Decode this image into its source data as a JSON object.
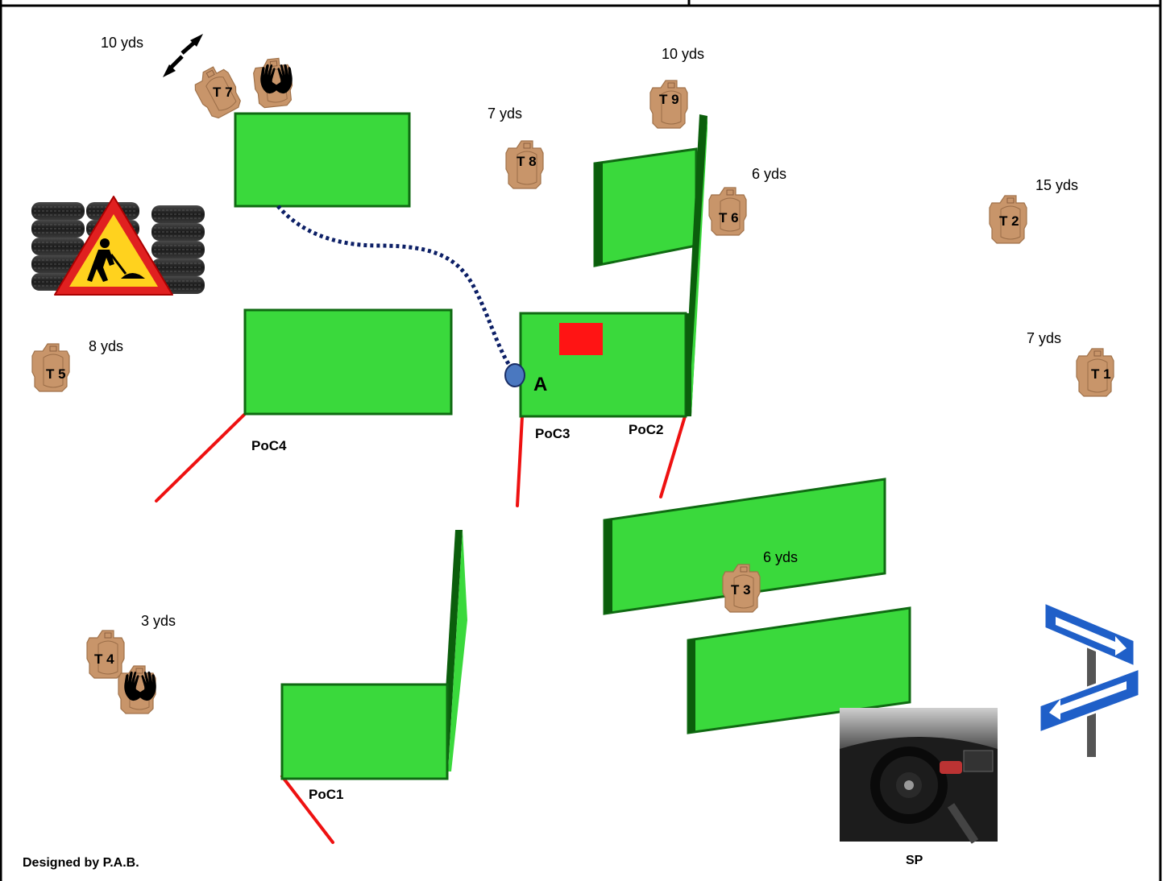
{
  "stage": {
    "credit": "Designed by P.A.B.",
    "start_label": "SP",
    "point_a_label": "A"
  },
  "targets": [
    {
      "id": "T1",
      "label": "T 1",
      "distance": "7 yds",
      "no_shoot": false
    },
    {
      "id": "T2",
      "label": "T 2",
      "distance": "15 yds",
      "no_shoot": false
    },
    {
      "id": "T3",
      "label": "T 3",
      "distance": "6 yds",
      "no_shoot": false
    },
    {
      "id": "T4",
      "label": "T 4",
      "distance": "3 yds",
      "no_shoot": true
    },
    {
      "id": "T5",
      "label": "T 5",
      "distance": "8 yds",
      "no_shoot": false
    },
    {
      "id": "T6",
      "label": "T 6",
      "distance": "6 yds",
      "no_shoot": false
    },
    {
      "id": "T7",
      "label": "T 7",
      "distance": "10 yds",
      "no_shoot": true,
      "moving": true
    },
    {
      "id": "T8",
      "label": "T 8",
      "distance": "7 yds",
      "no_shoot": false
    },
    {
      "id": "T9",
      "label": "T 9",
      "distance": "10 yds",
      "no_shoot": false
    }
  ],
  "points_of_contact": [
    "PoC1",
    "PoC2",
    "PoC3",
    "PoC4"
  ],
  "colors": {
    "wall": "#3ad93c",
    "wall_edge": "#0f6a12",
    "wall_dark": "#0b5e0c",
    "fault_line": "#ee1111",
    "target": "#c8956a",
    "target_edge": "#a0724a",
    "path": "#0c1f66",
    "point_a": "#4a78c0",
    "marker": "#ff1414",
    "sign_blue": "#1f5fc8"
  },
  "icons": [
    "tire-stack-icon",
    "road-works-sign-icon",
    "direction-sign-icon",
    "car-interior-icon",
    "rotate-arrow-icon"
  ]
}
